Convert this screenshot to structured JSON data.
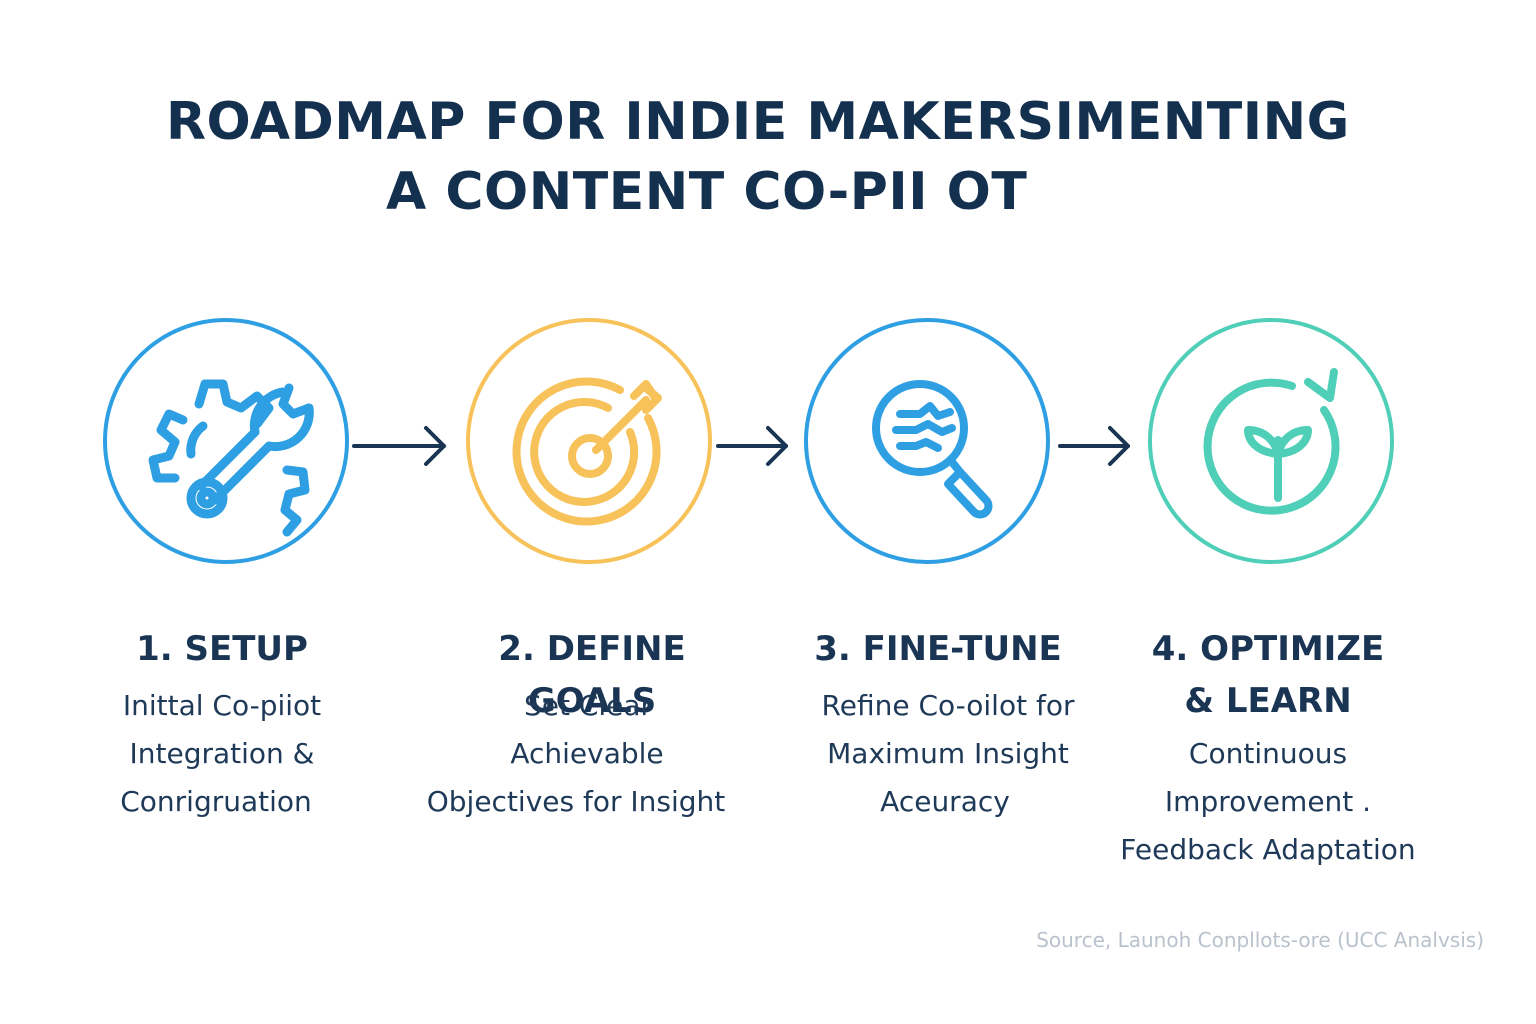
{
  "title": {
    "line1": "ROADMAP FOR INDIE MAKERSIMENTING",
    "line2": "A CONTENT CO-PII OT"
  },
  "colors": {
    "title": "#14304f",
    "text": "#1a3553",
    "arrow": "#1a3553",
    "setup": "#2f9fe3",
    "goals": "#f7c25a",
    "finetune": "#2f9fe3",
    "optimize": "#4fcfb7",
    "source": "#b9c2cc"
  },
  "steps": [
    {
      "icon": "gear-wrench-icon",
      "title_lines": [
        "1. SETUP"
      ],
      "desc_lines": [
        "Inittal Co-piiot",
        "Integration &",
        "Conrigruation"
      ]
    },
    {
      "icon": "target-arrow-icon",
      "title_lines": [
        "2. DEFINE GOALS"
      ],
      "desc_lines": [
        "Set Clear",
        "Achievable",
        "Objectives for  Insight"
      ]
    },
    {
      "icon": "magnifier-data-icon",
      "title_lines": [
        "3. FINE-TUNE"
      ],
      "desc_lines": [
        "Refine Co-oilot for",
        "Maximum Insight",
        "Aceuracy"
      ]
    },
    {
      "icon": "sprout-cycle-icon",
      "title_lines": [
        "4. OPTIMIZE",
        "& LEARN"
      ],
      "desc_lines": [
        "Continuous",
        "Improvement .",
        "Feedback Adaptation"
      ]
    }
  ],
  "source": "Source, Launoh Conpllots-ore (UCC Analvsis)"
}
